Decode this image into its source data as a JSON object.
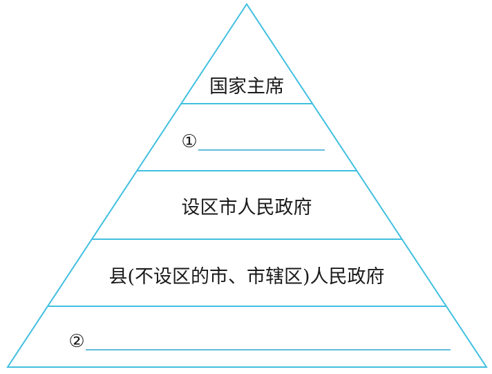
{
  "diagram": {
    "line_color": "#3fbfe0",
    "blank_line_color": "#2aa6d4",
    "text_color": "#1a1a1a",
    "tiers": [
      {
        "label": "国家主席"
      },
      {
        "marker": "①",
        "blank": true
      },
      {
        "label": "设区市人民政府"
      },
      {
        "label": "县(不设区的市、市辖区)人民政府"
      },
      {
        "marker": "②",
        "blank": true
      }
    ]
  }
}
